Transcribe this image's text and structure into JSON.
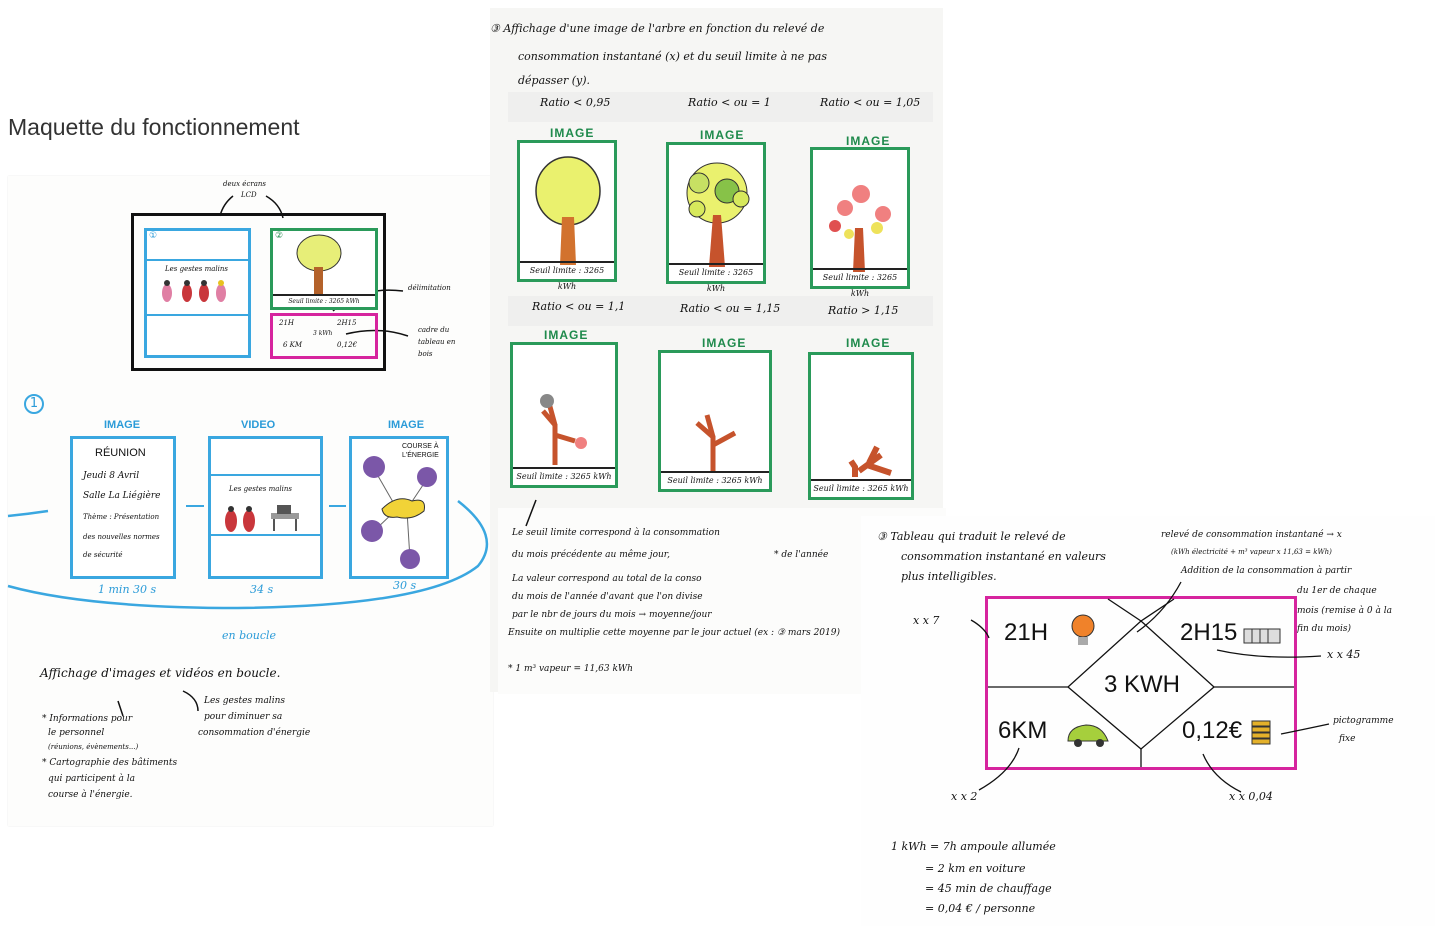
{
  "page_title": "Maquette du fonctionnement",
  "sheet1": {
    "deux_ecrans": "deux écrans",
    "lcd": "LCD",
    "delimitation": "délimitation",
    "cadre": [
      "cadre du",
      "tableau en",
      "bois"
    ],
    "mini_left_num": "①",
    "mini_left_text": "Les gestes malins",
    "mini_right_num": "②",
    "mini_seuil": "Seuil limite : 3265 kWh",
    "mini_21h": "21H",
    "mini_2h15": "2H15",
    "mini_3kwh": "3 kWh",
    "mini_6km": "6 KM",
    "mini_012": "0,12€",
    "section_num": "1",
    "label_image1": "IMAGE",
    "label_video": "VIDEO",
    "label_image2": "IMAGE",
    "card1": [
      "RÉUNION",
      "Jeudi 8 Avril",
      "Salle La Liégière",
      "Thème : Présentation",
      "des nouvelles normes",
      "de sécurité"
    ],
    "card2_text": "Les gestes malins",
    "card3_text": [
      "COURSE À",
      "L'ÉNERGIE"
    ],
    "dur1": "1 min 30 s",
    "dur2": "34 s",
    "dur3": "30 s",
    "loop": "en boucle",
    "caption": "Affichage d'images et vidéos en boucle.",
    "bullets_left": [
      "* Informations pour",
      "le personnel",
      "(réunions, évènements...)",
      "* Cartographie des bâtiments",
      "qui participent à la",
      "course à l'énergie."
    ],
    "bullets_right": [
      "Les gestes malins",
      "pour diminuer sa",
      "consommation d'énergie"
    ]
  },
  "sheet2": {
    "header": [
      "③ Affichage d'une image de l'arbre en fonction du relevé de",
      "consommation instantané (x) et du seuil limite à ne pas",
      "dépasser (y)."
    ],
    "ratios_row1": [
      "Ratio < 0,95",
      "Ratio < ou = 1",
      "Ratio < ou = 1,05"
    ],
    "ratios_row2": [
      "Ratio < ou = 1,1",
      "Ratio < ou = 1,15",
      "Ratio > 1,15"
    ],
    "image_label": "IMAGE",
    "seuil": "Seuil limite : 3265 kWh",
    "notes": [
      "Le seuil limite correspond à la consommation",
      "du mois précédente au même jour,",
      "La valeur correspond au total de la conso",
      "du mois de l'année d'avant que l'on divise",
      "par le nbr de jours du mois → moyenne/jour",
      "Ensuite on multiplie cette moyenne par le jour actuel (ex : ③ mars 2019)",
      "* 1 m³ vapeur = 11,63 kWh"
    ],
    "note_de_annee": "* de l'année"
  },
  "sheet3": {
    "header": [
      "③ Tableau qui traduit le relevé de",
      "consommation instantané en valeurs",
      "plus intelligibles."
    ],
    "right_notes": [
      "relevé de consommation instantané → x",
      "(kWh électricité + m³ vapeur x 11,63 = kWh)",
      "Addition de la consommation à partir",
      "du 1er de chaque",
      "mois (remise à 0 à la",
      "fin du mois)"
    ],
    "x7": "x x 7",
    "x45": "x x 45",
    "x2": "x x 2",
    "x004": "x x 0,04",
    "pictogramme": [
      "pictogramme",
      "fixe"
    ],
    "val_21h": "21H",
    "val_2h15": "2H15",
    "val_3kwh": "3 KWH",
    "val_6km": "6KM",
    "val_012": "0,12€",
    "equiv": [
      "1 kWh = 7h ampoule allumée",
      "= 2 km en voiture",
      "= 45 min de chauffage",
      "= 0,04 € / personne"
    ]
  },
  "colors": {
    "blue": "#3aa7e0",
    "green": "#2a9a5a",
    "pink": "#d6249e"
  }
}
